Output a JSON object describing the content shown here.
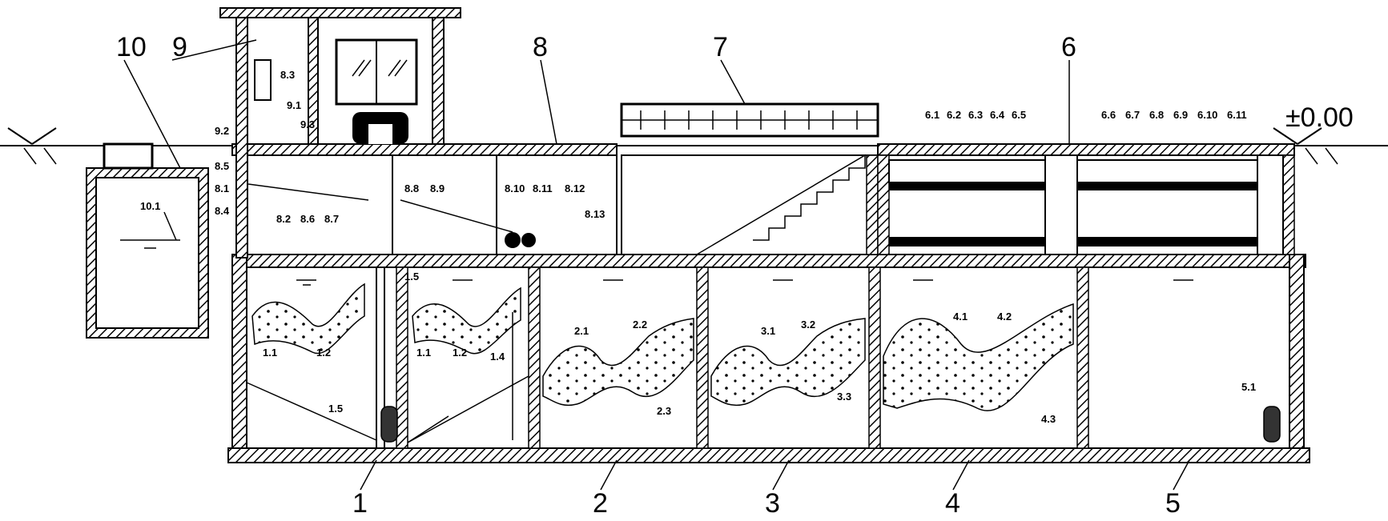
{
  "main_labels": {
    "l1": "1",
    "l2": "2",
    "l3": "3",
    "l4": "4",
    "l5": "5",
    "l6": "6",
    "l7": "7",
    "l8": "8",
    "l9": "9",
    "l10": "10"
  },
  "elevation_label": "±0.00",
  "sub_labels": {
    "s1_1a": "1.1",
    "s1_2a": "1.2",
    "s1_1b": "1.1",
    "s1_2b": "1.2",
    "s1_4": "1.4",
    "s1_5a": "1.5",
    "s1_5b": "1.5",
    "s2_1": "2.1",
    "s2_2": "2.2",
    "s2_3": "2.3",
    "s3_1": "3.1",
    "s3_2": "3.2",
    "s3_3": "3.3",
    "s4_1": "4.1",
    "s4_2": "4.2",
    "s4_3": "4.3",
    "s5_1": "5.1",
    "s6_1": "6.1",
    "s6_2": "6.2",
    "s6_3": "6.3",
    "s6_4": "6.4",
    "s6_5": "6.5",
    "s6_6": "6.6",
    "s6_7": "6.7",
    "s6_8": "6.8",
    "s6_9": "6.9",
    "s6_10": "6.10",
    "s6_11": "6.11",
    "s8_1": "8.1",
    "s8_2": "8.2",
    "s8_3": "8.3",
    "s8_4": "8.4",
    "s8_5": "8.5",
    "s8_6": "8.6",
    "s8_7": "8.7",
    "s8_8": "8.8",
    "s8_9": "8.9",
    "s8_10": "8.10",
    "s8_11": "8.11",
    "s8_12": "8.12",
    "s8_13": "8.13",
    "s9_1": "9.1",
    "s9_2": "9.2",
    "s9_3": "9.3",
    "s10_1": "10.1"
  }
}
